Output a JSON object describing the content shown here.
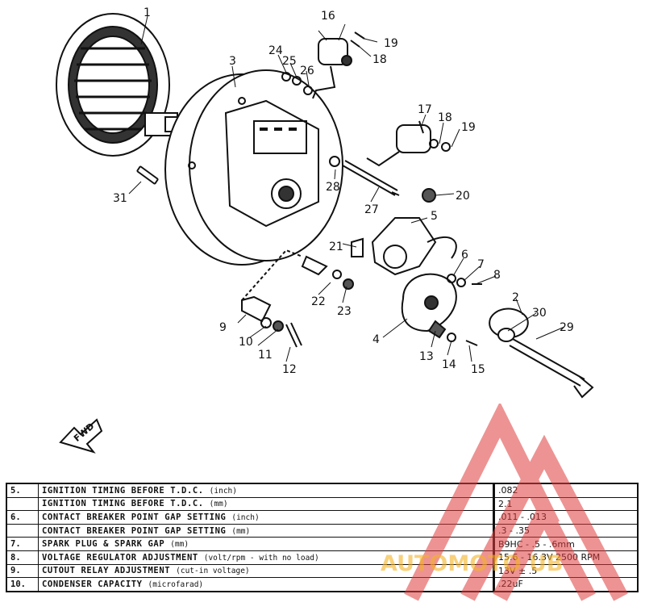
{
  "callouts": [
    "1",
    "2",
    "3",
    "4",
    "5",
    "6",
    "7",
    "8",
    "9",
    "10",
    "11",
    "12",
    "13",
    "14",
    "15",
    "16",
    "17",
    "18",
    "19",
    "20",
    "21",
    "22",
    "23",
    "24",
    "25",
    "26",
    "27",
    "28",
    "29",
    "30",
    "31"
  ],
  "callout_extra": [
    "18",
    "19"
  ],
  "fwd_label": "FWD",
  "watermark_text": "AUTOMOTO UB",
  "watermark_color": "#e03c3c",
  "specs": [
    {
      "num": "5.",
      "label": "IGNITION TIMING BEFORE T.D.C.",
      "unit": "(inch)",
      "value": ".082"
    },
    {
      "num": "",
      "label": "IGNITION TIMING BEFORE T.D.C.",
      "unit": "(mm)",
      "value": "2.1"
    },
    {
      "num": "6.",
      "label": "CONTACT BREAKER POINT GAP SETTING",
      "unit": "(inch)",
      "value": ".011 - .013"
    },
    {
      "num": "",
      "label": "CONTACT BREAKER POINT GAP SETTING",
      "unit": "(mm)",
      "value": ".3 - .35"
    },
    {
      "num": "7.",
      "label": "SPARK PLUG & SPARK GAP",
      "unit": "(mm)",
      "value": "B9HC - .5 - .6mm"
    },
    {
      "num": "8.",
      "label": "VOLTAGE REGULATOR ADJUSTMENT",
      "unit": "(volt/rpm - with no load)",
      "value": "15.6 - 16.3V 2500 RPM"
    },
    {
      "num": "9.",
      "label": "CUTOUT RELAY ADJUSTMENT",
      "unit": "(cut-in voltage)",
      "value": "13V ± .5"
    },
    {
      "num": "10.",
      "label": "CONDENSER CAPACITY",
      "unit": "(microfarad)",
      "value": ".22uF"
    }
  ]
}
